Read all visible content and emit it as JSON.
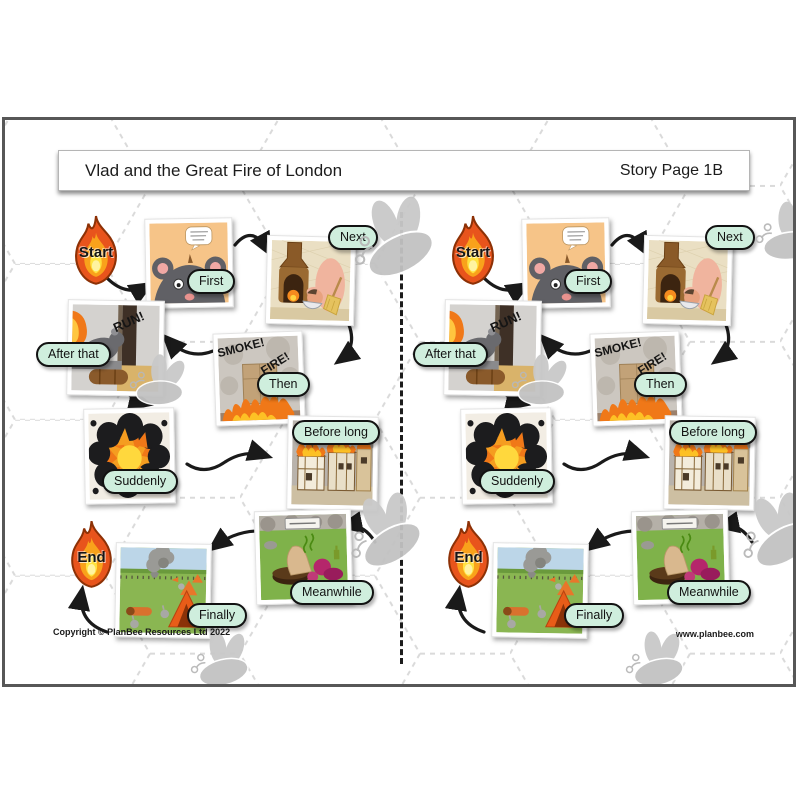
{
  "header": {
    "title": "Vlad and the Great Fire of London",
    "page_label": "Story Page 1B"
  },
  "footer": {
    "copyright": "Copyright © PlanBee Resources Ltd 2022",
    "website": "www.planbee.com"
  },
  "flow": {
    "start_label": "Start",
    "end_label": "End",
    "steps": [
      {
        "label": "First",
        "scene": "gray-rat-closeup-speech-bubble"
      },
      {
        "label": "Next",
        "scene": "baker-at-oven-in-bakery"
      },
      {
        "label": "Then",
        "scene": "smoke-and-fire",
        "overlay_texts": [
          "SMOKE!",
          "FIRE!"
        ]
      },
      {
        "label": "After that",
        "scene": "rat-fleeing-flames",
        "overlay_texts": [
          "RUN!"
        ]
      },
      {
        "label": "Suddenly",
        "scene": "black-smoke-explosion"
      },
      {
        "label": "Before long",
        "scene": "tudor-houses-on-fire"
      },
      {
        "label": "Meanwhile",
        "scene": "field-camp-by-burrow"
      },
      {
        "label": "Finally",
        "scene": "tents-and-smoking-city"
      }
    ]
  },
  "colors": {
    "label_fill": "#cfeedd",
    "label_border": "#121212",
    "flame_outer": "#e8541c",
    "flame_mid": "#f9a21b",
    "flame_core": "#ffe23f",
    "arrow": "#1a1a1a",
    "bee_watermark": "#c6c6c6",
    "hex_pattern": "#dadada",
    "tent_orange": "#e85c18",
    "field_green": "#7fb24a"
  }
}
